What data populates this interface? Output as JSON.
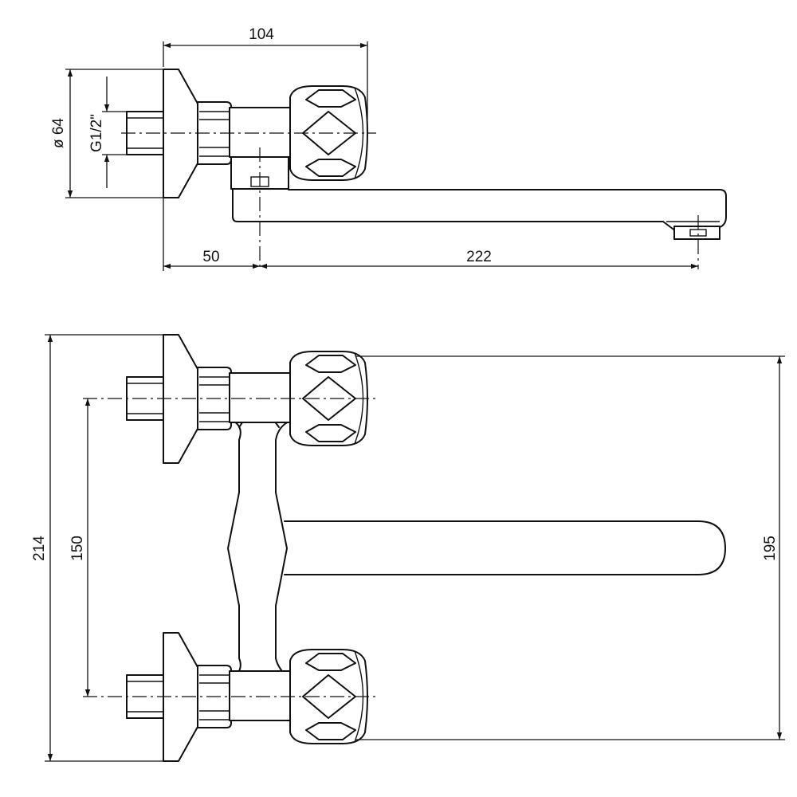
{
  "dimensions": {
    "top_width": "104",
    "flange_diameter": "ø 64",
    "thread": "G1/2\"",
    "wall_to_axis": "50",
    "spout_reach": "222",
    "total_height": "214",
    "inlet_spacing": "150",
    "spout_span": "195"
  },
  "colors": {
    "line": "#111111",
    "background": "#ffffff"
  }
}
